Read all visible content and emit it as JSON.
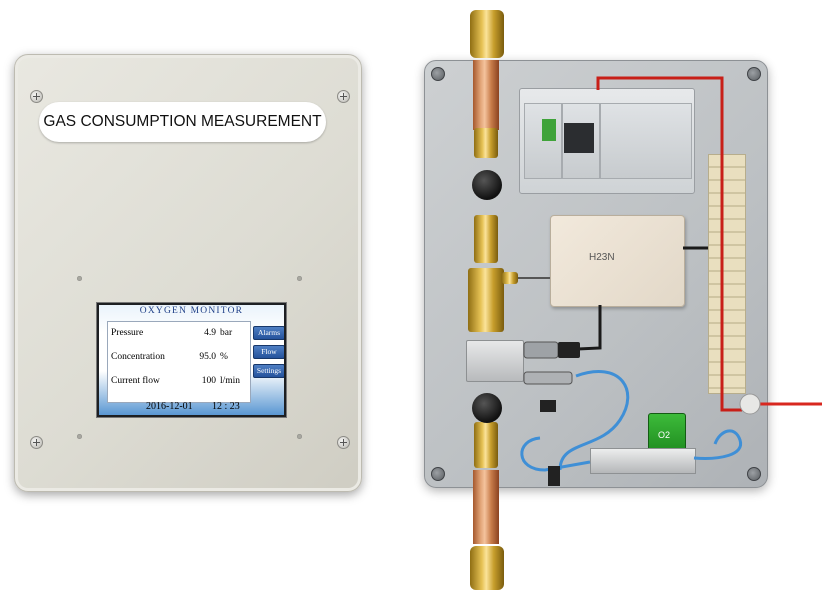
{
  "front_panel": {
    "label": "GAS CONSUMPTION MEASUREMENT"
  },
  "display": {
    "title": "OXYGEN MONITOR",
    "readings": [
      {
        "label": "Pressure",
        "value": "4.9",
        "unit": "bar"
      },
      {
        "label": "Concentration",
        "value": "95.0",
        "unit": "%"
      },
      {
        "label": "Current flow",
        "value": "100",
        "unit": "l/min"
      }
    ],
    "date": "2016-12-01",
    "time": "12 : 23",
    "buttons": {
      "alarms": "Alarms",
      "flow": "Flow",
      "settings": "Settings"
    }
  },
  "interior": {
    "junction_box_label": "H23N",
    "sensor_label": "O2"
  },
  "colors": {
    "screen_blue": "#5a97d3",
    "title_blue": "#1f3f87",
    "button_blue": "#24529c",
    "sensor_green": "#2da72c",
    "cable_red": "#d8271f",
    "tube_blue": "#3f8fd6"
  }
}
